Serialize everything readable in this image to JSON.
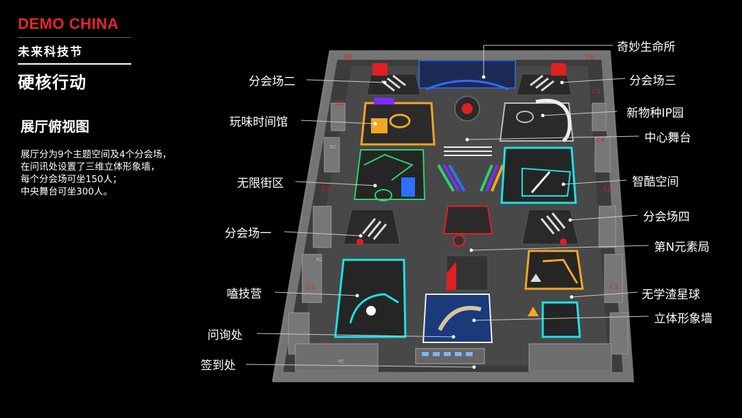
{
  "brand": {
    "logo": "DEMO CHINA",
    "subtitle": "未来科技节",
    "slogan": "硬核行动"
  },
  "overview": {
    "title": "展厅俯视图",
    "description_lines": [
      "展厅分为9个主题空间及4个分会场，",
      "在问讯处设置了三维立体形象墙，",
      "每个分会场可坐150人；",
      "中央舞台可坐300人。"
    ]
  },
  "labels_left": [
    "分会场二",
    "玩味时间馆",
    "无限街区",
    "分会场一",
    "嗑技营",
    "问询处",
    "签到处"
  ],
  "labels_right": [
    "奇妙生命所",
    "分会场三",
    "新物种IP园",
    "中心舞台",
    "智酷空间",
    "分会场四",
    "第N元素局",
    "无学渣星球",
    "立体形象墙"
  ],
  "map_codes": [
    "D6",
    "C6",
    "C5",
    "D2",
    "C4",
    "D3",
    "C2",
    "D1",
    "C1",
    "RC"
  ],
  "colors": {
    "brand_red": "#e8252a",
    "floor": "#4a4a4a",
    "wall": "#8a8a8a",
    "accent_cyan": "#19e3e8",
    "accent_orange": "#f5a623",
    "accent_green": "#2bd46b",
    "accent_red": "#e02020"
  }
}
